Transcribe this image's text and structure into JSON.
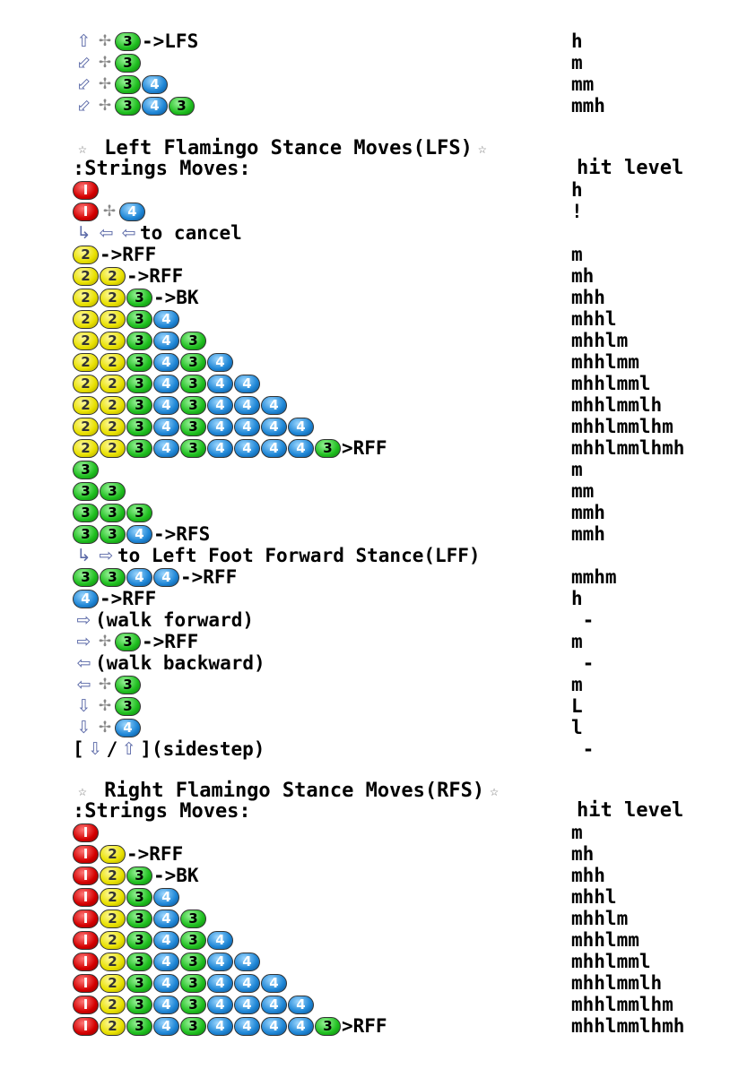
{
  "top_rows": [
    {
      "move": [
        {
          "a": "u"
        },
        {
          "p": 1
        },
        {
          "b": 3
        },
        {
          "t": "->LFS"
        }
      ],
      "hit": "h"
    },
    {
      "move": [
        {
          "a": "db"
        },
        {
          "p": 1
        },
        {
          "b": 3
        }
      ],
      "hit": "m"
    },
    {
      "move": [
        {
          "a": "db"
        },
        {
          "p": 1
        },
        {
          "b": 3
        },
        {
          "b": 4
        }
      ],
      "hit": "mm"
    },
    {
      "move": [
        {
          "a": "db"
        },
        {
          "p": 1
        },
        {
          "b": 3
        },
        {
          "b": 4
        },
        {
          "b": 3
        }
      ],
      "hit": "mmh"
    }
  ],
  "sections": [
    {
      "title": " Left Flamingo Stance Moves(LFS)",
      "header_moves": ":Strings Moves:",
      "header_hit": "hit level",
      "rows": [
        {
          "move": [
            {
              "b": 1
            }
          ],
          "hit": "h"
        },
        {
          "move": [
            {
              "b": 1
            },
            {
              "p": 1
            },
            {
              "b": 4
            }
          ],
          "hit": "!"
        },
        {
          "move": [
            {
              "a": "ret"
            },
            {
              "a": "b"
            },
            {
              "a": "b"
            },
            {
              "t": "to cancel"
            }
          ],
          "hit": ""
        },
        {
          "move": [
            {
              "b": 2
            },
            {
              "t": "->RFF"
            }
          ],
          "hit": "m"
        },
        {
          "move": [
            {
              "b": 2
            },
            {
              "b": 2
            },
            {
              "t": "->RFF"
            }
          ],
          "hit": "mh"
        },
        {
          "move": [
            {
              "b": 2
            },
            {
              "b": 2
            },
            {
              "b": 3
            },
            {
              "t": "->BK"
            }
          ],
          "hit": "mhh"
        },
        {
          "move": [
            {
              "b": 2
            },
            {
              "b": 2
            },
            {
              "b": 3
            },
            {
              "b": 4
            }
          ],
          "hit": "mhhl"
        },
        {
          "move": [
            {
              "b": 2
            },
            {
              "b": 2
            },
            {
              "b": 3
            },
            {
              "b": 4
            },
            {
              "b": 3
            }
          ],
          "hit": "mhhlm"
        },
        {
          "move": [
            {
              "b": 2
            },
            {
              "b": 2
            },
            {
              "b": 3
            },
            {
              "b": 4
            },
            {
              "b": 3
            },
            {
              "b": 4
            }
          ],
          "hit": "mhhlmm"
        },
        {
          "move": [
            {
              "b": 2
            },
            {
              "b": 2
            },
            {
              "b": 3
            },
            {
              "b": 4
            },
            {
              "b": 3
            },
            {
              "b": 4
            },
            {
              "b": 4
            }
          ],
          "hit": "mhhlmml"
        },
        {
          "move": [
            {
              "b": 2
            },
            {
              "b": 2
            },
            {
              "b": 3
            },
            {
              "b": 4
            },
            {
              "b": 3
            },
            {
              "b": 4
            },
            {
              "b": 4
            },
            {
              "b": 4
            }
          ],
          "hit": "mhhlmmlh"
        },
        {
          "move": [
            {
              "b": 2
            },
            {
              "b": 2
            },
            {
              "b": 3
            },
            {
              "b": 4
            },
            {
              "b": 3
            },
            {
              "b": 4
            },
            {
              "b": 4
            },
            {
              "b": 4
            },
            {
              "b": 4
            }
          ],
          "hit": "mhhlmmlhm"
        },
        {
          "move": [
            {
              "b": 2
            },
            {
              "b": 2
            },
            {
              "b": 3
            },
            {
              "b": 4
            },
            {
              "b": 3
            },
            {
              "b": 4
            },
            {
              "b": 4
            },
            {
              "b": 4
            },
            {
              "b": 4
            },
            {
              "b": 3
            },
            {
              "t": ">RFF"
            }
          ],
          "hit": "mhhlmmlhmh"
        },
        {
          "move": [
            {
              "b": 3
            }
          ],
          "hit": "m"
        },
        {
          "move": [
            {
              "b": 3
            },
            {
              "b": 3
            }
          ],
          "hit": "mm"
        },
        {
          "move": [
            {
              "b": 3
            },
            {
              "b": 3
            },
            {
              "b": 3
            }
          ],
          "hit": "mmh"
        },
        {
          "move": [
            {
              "b": 3
            },
            {
              "b": 3
            },
            {
              "b": 4
            },
            {
              "t": "->RFS"
            }
          ],
          "hit": "mmh"
        },
        {
          "move": [
            {
              "a": "ret"
            },
            {
              "a": "f"
            },
            {
              "t": "to Left Foot Forward Stance(LFF)"
            }
          ],
          "hit": ""
        },
        {
          "move": [
            {
              "b": 3
            },
            {
              "b": 3
            },
            {
              "b": 4
            },
            {
              "b": 4
            },
            {
              "t": "->RFF"
            }
          ],
          "hit": "mmhm"
        },
        {
          "move": [
            {
              "b": 4
            },
            {
              "t": "->RFF"
            }
          ],
          "hit": "h"
        },
        {
          "move": [
            {
              "a": "f"
            },
            {
              "t": "(walk forward)"
            }
          ],
          "hit": " -"
        },
        {
          "move": [
            {
              "a": "f"
            },
            {
              "p": 1
            },
            {
              "b": 3
            },
            {
              "t": "->RFF"
            }
          ],
          "hit": "m"
        },
        {
          "move": [
            {
              "a": "b"
            },
            {
              "t": "(walk backward)"
            }
          ],
          "hit": " -"
        },
        {
          "move": [
            {
              "a": "b"
            },
            {
              "p": 1
            },
            {
              "b": 3
            }
          ],
          "hit": "m"
        },
        {
          "move": [
            {
              "a": "d"
            },
            {
              "p": 1
            },
            {
              "b": 3
            }
          ],
          "hit": "L"
        },
        {
          "move": [
            {
              "a": "d"
            },
            {
              "p": 1
            },
            {
              "b": 4
            }
          ],
          "hit": "l"
        },
        {
          "move": [
            {
              "t": "["
            },
            {
              "a": "d"
            },
            {
              "t": "/"
            },
            {
              "a": "u"
            },
            {
              "t": "](sidestep)"
            }
          ],
          "hit": " -"
        }
      ]
    },
    {
      "title": " Right Flamingo Stance Moves(RFS)",
      "header_moves": ":Strings Moves:",
      "header_hit": "hit level",
      "rows": [
        {
          "move": [
            {
              "b": 1
            }
          ],
          "hit": "m"
        },
        {
          "move": [
            {
              "b": 1
            },
            {
              "b": 2
            },
            {
              "t": "->RFF"
            }
          ],
          "hit": "mh"
        },
        {
          "move": [
            {
              "b": 1
            },
            {
              "b": 2
            },
            {
              "b": 3
            },
            {
              "t": "->BK"
            }
          ],
          "hit": "mhh"
        },
        {
          "move": [
            {
              "b": 1
            },
            {
              "b": 2
            },
            {
              "b": 3
            },
            {
              "b": 4
            }
          ],
          "hit": "mhhl"
        },
        {
          "move": [
            {
              "b": 1
            },
            {
              "b": 2
            },
            {
              "b": 3
            },
            {
              "b": 4
            },
            {
              "b": 3
            }
          ],
          "hit": "mhhlm"
        },
        {
          "move": [
            {
              "b": 1
            },
            {
              "b": 2
            },
            {
              "b": 3
            },
            {
              "b": 4
            },
            {
              "b": 3
            },
            {
              "b": 4
            }
          ],
          "hit": "mhhlmm"
        },
        {
          "move": [
            {
              "b": 1
            },
            {
              "b": 2
            },
            {
              "b": 3
            },
            {
              "b": 4
            },
            {
              "b": 3
            },
            {
              "b": 4
            },
            {
              "b": 4
            }
          ],
          "hit": "mhhlmml"
        },
        {
          "move": [
            {
              "b": 1
            },
            {
              "b": 2
            },
            {
              "b": 3
            },
            {
              "b": 4
            },
            {
              "b": 3
            },
            {
              "b": 4
            },
            {
              "b": 4
            },
            {
              "b": 4
            }
          ],
          "hit": "mhhlmmlh"
        },
        {
          "move": [
            {
              "b": 1
            },
            {
              "b": 2
            },
            {
              "b": 3
            },
            {
              "b": 4
            },
            {
              "b": 3
            },
            {
              "b": 4
            },
            {
              "b": 4
            },
            {
              "b": 4
            },
            {
              "b": 4
            }
          ],
          "hit": "mhhlmmlhm"
        },
        {
          "move": [
            {
              "b": 1
            },
            {
              "b": 2
            },
            {
              "b": 3
            },
            {
              "b": 4
            },
            {
              "b": 3
            },
            {
              "b": 4
            },
            {
              "b": 4
            },
            {
              "b": 4
            },
            {
              "b": 4
            },
            {
              "b": 3
            },
            {
              "t": ">RFF"
            }
          ],
          "hit": "mhhlmmlhmh"
        }
      ]
    }
  ],
  "button_glyphs": {
    "1": "I",
    "2": "2",
    "3": "3",
    "4": "4"
  },
  "button_colors": {
    "1": "#d40000",
    "2": "#e8e000",
    "3": "#1fbf1f",
    "4": "#1e86d6"
  },
  "arrow_icons": {
    "u": "arrow-up-icon",
    "d": "arrow-down-icon",
    "f": "arrow-forward-icon",
    "b": "arrow-back-icon",
    "db": "arrow-down-back-icon",
    "ret": "return-arrow-icon"
  },
  "arrow_glyphs": {
    "u": "⇧",
    "d": "⇩",
    "f": "⇨",
    "b": "⇦",
    "db": "⬃",
    "ret": "↳"
  },
  "plus_glyph": "✢",
  "star_glyph": "☆"
}
